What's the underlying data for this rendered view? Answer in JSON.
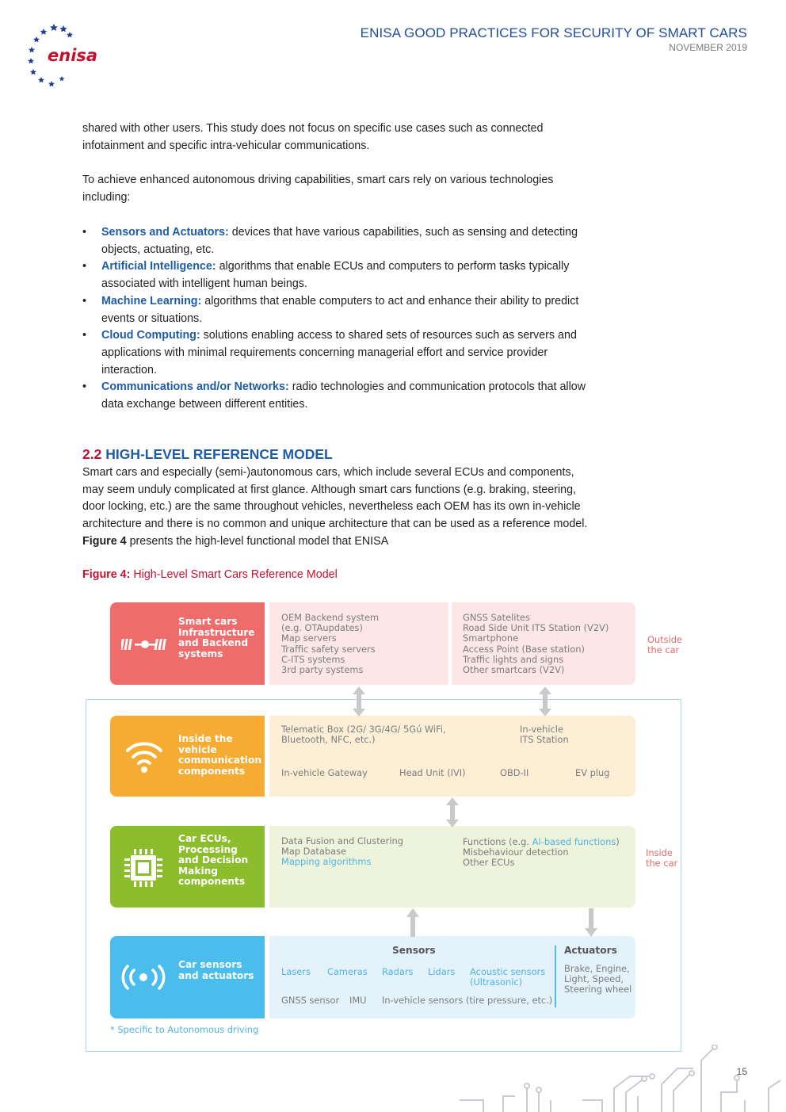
{
  "header": {
    "logo_text": "enisa",
    "title": "ENISA GOOD PRACTICES FOR SECURITY OF SMART CARS",
    "date": "NOVEMBER 2019"
  },
  "body": {
    "para1": "shared with other users. This study does not focus on specific use cases such as connected infotainment and specific intra-vehicular communications.",
    "para2": "To achieve enhanced autonomous driving capabilities, smart cars rely on various technologies including:",
    "bullets": [
      {
        "term": "Sensors and Actuators:",
        "text": " devices that have various capabilities, such as sensing and detecting objects, actuating, etc."
      },
      {
        "term": "Artificial Intelligence:",
        "text": " algorithms that enable ECUs and computers to perform tasks typically associated with intelligent human beings."
      },
      {
        "term": "Machine Learning:",
        "text": " algorithms that enable computers to act and enhance their ability to predict events or situations."
      },
      {
        "term": "Cloud Computing:",
        "text": " solutions enabling access to shared sets of resources such as servers and applications with minimal requirements concerning managerial effort and service provider interaction."
      },
      {
        "term": "Communications and/or Networks:",
        "text": " radio technologies and communication protocols that allow data exchange between different entities."
      }
    ],
    "section_number": "2.2",
    "section_title": "HIGH-LEVEL REFERENCE MODEL",
    "para3_a": "Smart cars and especially (semi-)autonomous cars, which include several ECUs and components, may seem unduly complicated at first glance. Although smart cars functions (e.g. braking, steering, door locking, etc.) are the same throughout vehicles, nevertheless each OEM has its own in-vehicle architecture and there is no common and unique architecture that can be used as a reference model. ",
    "para3_fig": "Figure 4",
    "para3_b": " presents the high-level functional model that ENISA",
    "figure_label": "Figure 4:",
    "figure_title": " High-Level Smart Cars Reference Model"
  },
  "diagram": {
    "row1": {
      "title": "Smart cars\nInfrastructure\nand Backend\nsystems",
      "col1": "OEM Backend system\n(e.g. OTAupdates)\nMap servers\nTraffic safety servers\nC-ITS systems\n3rd party systems",
      "col2": "GNSS Satelites\nRoad Side Unit ITS Station (V2V)\nSmartphone\nAccess Point (Base station)\nTraffic lights and signs\nOther smartcars (V2V)"
    },
    "row2": {
      "title": "Inside the\nvehicle\ncommunication\ncomponents",
      "telematic": "Telematic Box (2G/ 3G/4G/ 5Gú WiFi,\nBluetooth, NFC, etc.)",
      "its": "In-vehicle\nITS Station",
      "gateway": "In-vehicle Gateway",
      "head_unit": "Head Unit (IVI)",
      "obd": "OBD-II",
      "ev": "EV plug"
    },
    "row3": {
      "title": "Car ECUs,\nProcessing\nand Decision\nMaking\ncomponents",
      "data_fusion": "Data Fusion and Clustering",
      "map_db": "Map Database",
      "mapping": "Mapping algorithms",
      "functions_a": "Functions (e.g. ",
      "functions_ai": "AI-based functions",
      "functions_b": ")",
      "misbehaviour": "Misbehaviour detection",
      "other_ecus": "Other ECUs"
    },
    "row4": {
      "title": "Car sensors\nand actuators",
      "sensors_head": "Sensors",
      "actuators_head": "Actuators",
      "lasers": "Lasers",
      "cameras": "Cameras",
      "radars": "Radars",
      "lidars": "Lidars",
      "acoustic": "Acoustic sensors\n(Ultrasonic)",
      "gnss": "GNSS sensor",
      "imu": "IMU",
      "invehicle": "In-vehicle sensors (tire pressure, etc.)",
      "actuators": "Brake, Engine,\nLight, Speed,\nSteering wheel"
    },
    "outside": "Outside\nthe car",
    "inside": "Inside\nthe car",
    "footnote": "* Specific to Autonomous driving"
  },
  "page_number": "15",
  "colors": {
    "brand_blue": "#1f5ca8",
    "accent_red": "#c8102e",
    "row1": "#ee6c6c",
    "row2": "#f6ac33",
    "row3": "#8bbd2c",
    "row4": "#4bbdec"
  }
}
